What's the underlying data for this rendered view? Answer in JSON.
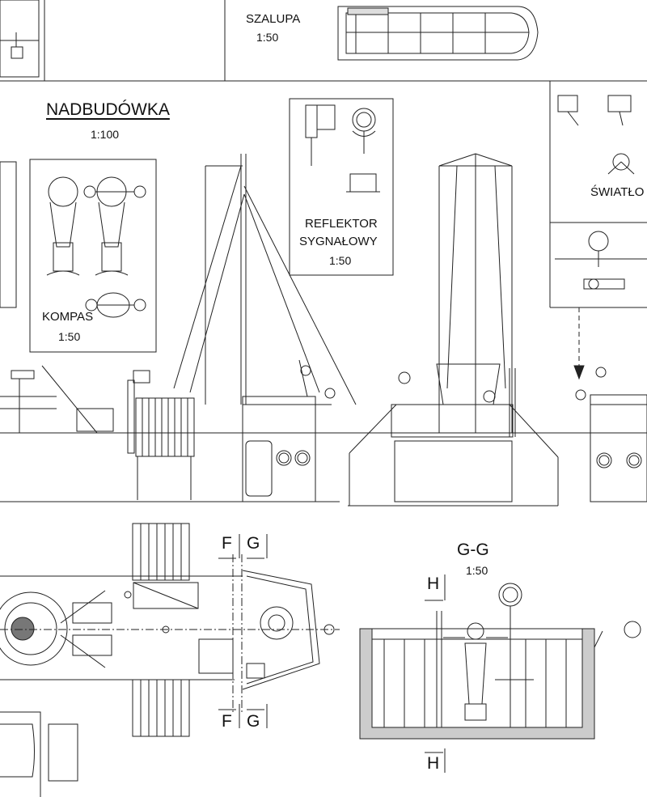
{
  "labels": {
    "szalupa": "SZALUPA",
    "szalupa_scale": "1:50",
    "nadbudowka": "NADBUDÓWKA",
    "nadbudowka_scale": "1:100",
    "kompas": "KOMPAS",
    "kompas_scale": "1:50",
    "reflektor_line1": "REFLEKTOR",
    "reflektor_line2": "SYGNAŁOWY",
    "reflektor_scale": "1:50",
    "swiatlo": "ŚWIATŁO",
    "section_gg": "G-G",
    "section_gg_scale": "1:50"
  },
  "markers": {
    "f": "F",
    "g": "G",
    "h": "H"
  },
  "colors": {
    "line": "#222222",
    "background": "#ffffff",
    "hatch": "#555555"
  }
}
